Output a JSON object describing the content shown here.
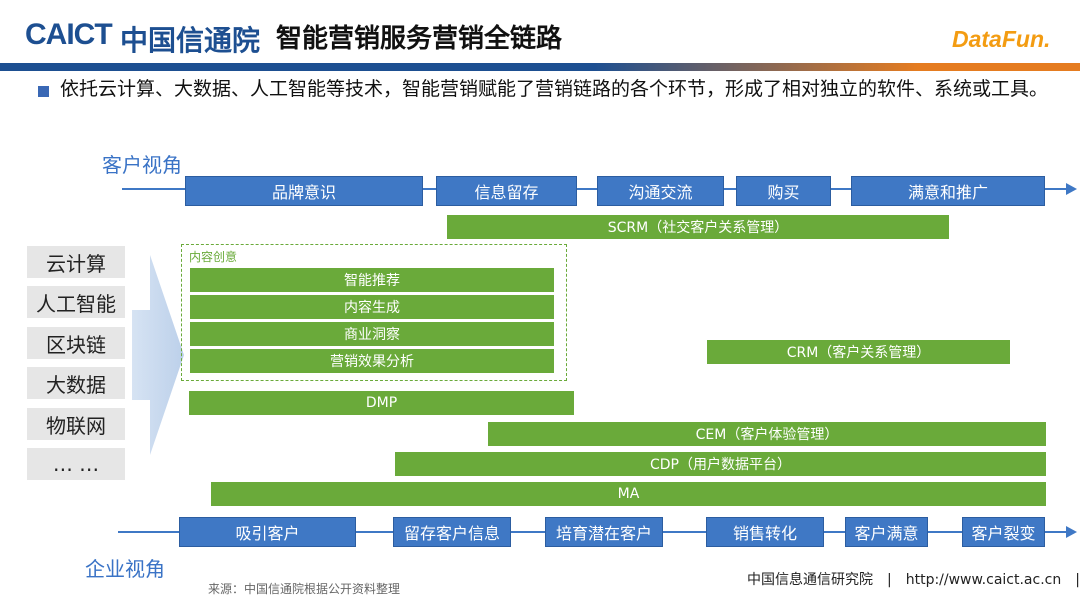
{
  "header": {
    "logo_en": "CAICT",
    "logo_cn": "中国信通院",
    "title": "智能营销服务营销全链路",
    "brand": "DataFun."
  },
  "bullet": "依托云计算、大数据、人工智能等技术，智能营销赋能了营销链路的各个环节，形成了相对独立的软件、系统或工具。",
  "customer_view": {
    "label": "客户视角",
    "stages": [
      "品牌意识",
      "信息留存",
      "沟通交流",
      "购买",
      "满意和推广"
    ]
  },
  "enterprise_view": {
    "label": "企业视角",
    "stages": [
      "吸引客户",
      "留存客户信息",
      "培育潜在客户",
      "销售转化",
      "客户满意",
      "客户裂变"
    ]
  },
  "tech": [
    "云计算",
    "人工智能",
    "区块链",
    "大数据",
    "物联网",
    "… …"
  ],
  "content_creative": {
    "label": "内容创意",
    "items": [
      "智能推荐",
      "内容生成",
      "商业洞察",
      "营销效果分析"
    ]
  },
  "tools": {
    "scrm": "SCRM（社交客户关系管理）",
    "crm": "CRM（客户关系管理）",
    "dmp": "DMP",
    "cem": "CEM（客户体验管理）",
    "cdp": "CDP（用户数据平台）",
    "ma": "MA"
  },
  "source": "来源：中国信通院根据公开资料整理",
  "footer": "中国信息通信研究院　|　http://www.caict.ac.cn　|",
  "colors": {
    "stage_blue": "#3f78c5",
    "tool_green": "#6aaa3a",
    "brand_blue": "#1d4f91",
    "brand_orange": "#f39c12"
  }
}
